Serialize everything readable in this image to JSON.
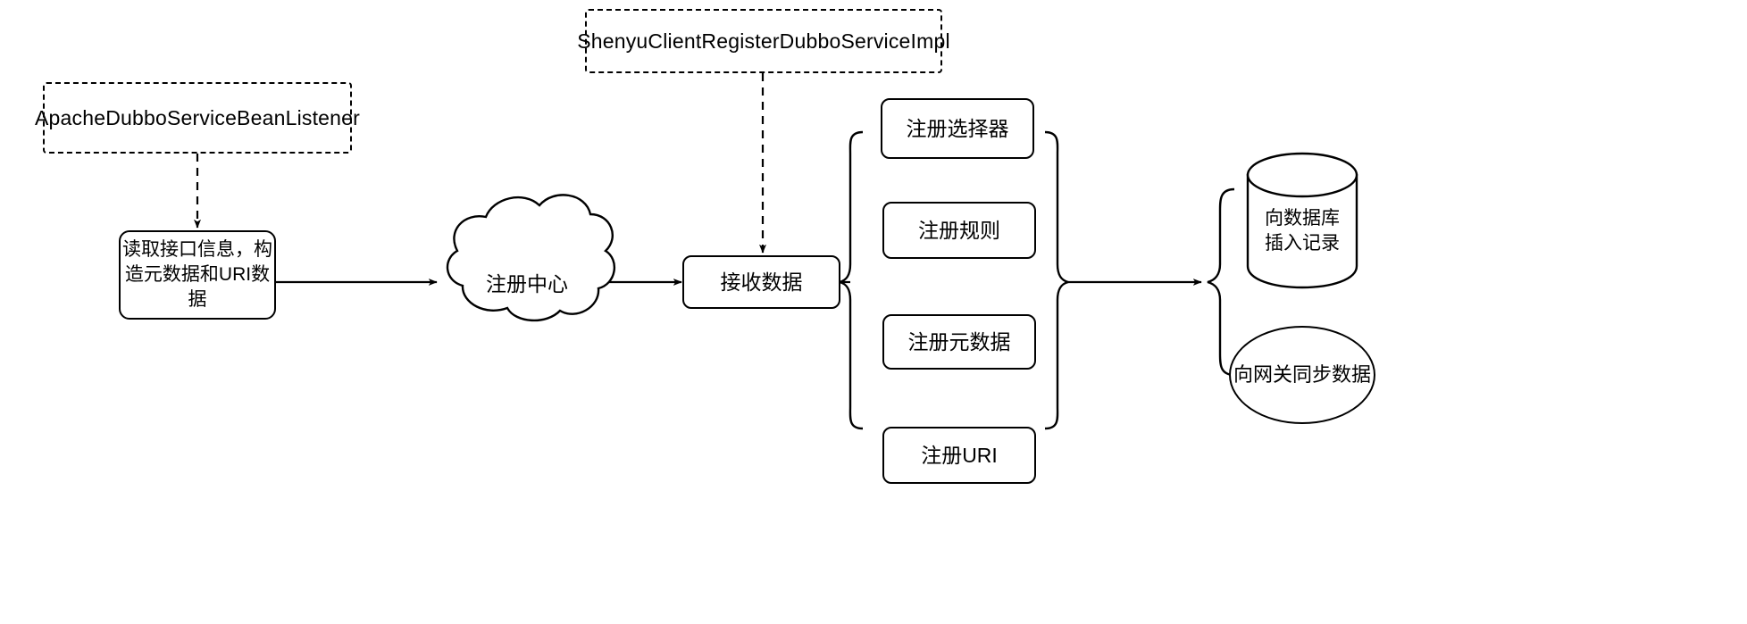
{
  "diagram": {
    "title": "Apache ShenYu Dubbo client registration flow",
    "background": "#ffffff",
    "stroke": "#000000",
    "nodes": {
      "apache_listener": {
        "label": "ApacheDubboServiceBeanListener",
        "shape": "dashed-rectangle"
      },
      "shenyu_register_impl": {
        "label": "ShenyuClientRegisterDubboServiceImpl",
        "shape": "dashed-rectangle"
      },
      "read_interface": {
        "label": "读取接口信息，构\n造元数据和URI数据",
        "shape": "rounded-rectangle"
      },
      "registry_center": {
        "label": "注册中心",
        "shape": "cloud"
      },
      "receive_data": {
        "label": "接收数据",
        "shape": "rounded-rectangle"
      },
      "register_selector": {
        "label": "注册选择器",
        "shape": "rounded-rectangle"
      },
      "register_rule": {
        "label": "注册规则",
        "shape": "rounded-rectangle"
      },
      "register_metadata": {
        "label": "注册元数据",
        "shape": "rounded-rectangle"
      },
      "register_uri": {
        "label": "注册URI",
        "shape": "rounded-rectangle"
      },
      "insert_db": {
        "label": "向数据库\n插入记录",
        "shape": "cylinder"
      },
      "sync_gateway": {
        "label": "向网关同步数据",
        "shape": "ellipse"
      }
    },
    "connectors": [
      {
        "name": "listener-to-read-interface",
        "style": "dashed",
        "arrow": true
      },
      {
        "name": "register-impl-to-receive-data",
        "style": "dashed",
        "arrow": true
      },
      {
        "name": "read-interface-to-registry-center",
        "style": "solid",
        "arrow": true
      },
      {
        "name": "registry-center-to-receive-data",
        "style": "solid",
        "arrow": true
      },
      {
        "name": "receive-data-to-group-brace",
        "style": "solid",
        "arrow": false
      },
      {
        "name": "group-brace-to-output-brace",
        "style": "solid",
        "arrow": true
      }
    ]
  }
}
